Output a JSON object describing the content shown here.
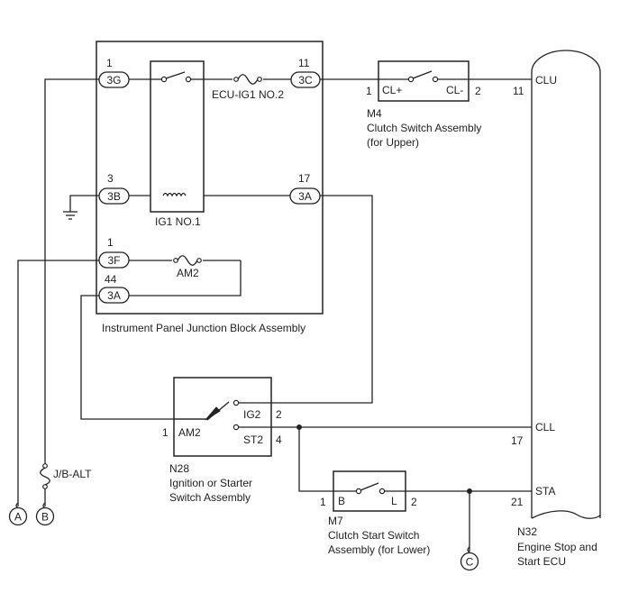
{
  "junction_block": {
    "name": "Instrument Panel Junction Block Assembly",
    "relay_ecu": "ECU-IG1 NO.2",
    "relay_ig1": "IG1 NO.1",
    "fuse_am2": "AM2",
    "conn_3g": "3G",
    "pin_3g": "1",
    "conn_3c": "3C",
    "pin_3c": "11",
    "conn_3b": "3B",
    "pin_3b": "3",
    "conn_3a_right": "3A",
    "pin_3a_right": "17",
    "conn_3f": "3F",
    "pin_3f": "1",
    "conn_3a_left": "3A",
    "pin_3a_left": "44"
  },
  "m4": {
    "id": "M4",
    "name1": "Clutch Switch Assembly",
    "name2": "(for Upper)",
    "term_left": "CL+",
    "term_right": "CL-",
    "pin_left": "1",
    "pin_right": "2"
  },
  "n28": {
    "id": "N28",
    "name1": "Ignition or Starter",
    "name2": "Switch Assembly",
    "term_am2": "AM2",
    "term_ig2": "IG2",
    "term_st2": "ST2",
    "pin_am2": "1",
    "pin_ig2": "2",
    "pin_st2": "4"
  },
  "m7": {
    "id": "M7",
    "name1": "Clutch Start Switch",
    "name2": "Assembly (for Lower)",
    "term_left": "B",
    "term_right": "L",
    "pin_left": "1",
    "pin_right": "2"
  },
  "n32": {
    "id": "N32",
    "name1": "Engine Stop and",
    "name2": "Start ECU",
    "term_clu": "CLU",
    "pin_clu": "11",
    "term_cll": "CLL",
    "pin_cll": "17",
    "term_sta": "STA",
    "pin_sta": "21"
  },
  "fuse_jb_alt": "J/B-ALT",
  "connectors": {
    "a": "A",
    "b": "B",
    "c": "C"
  }
}
